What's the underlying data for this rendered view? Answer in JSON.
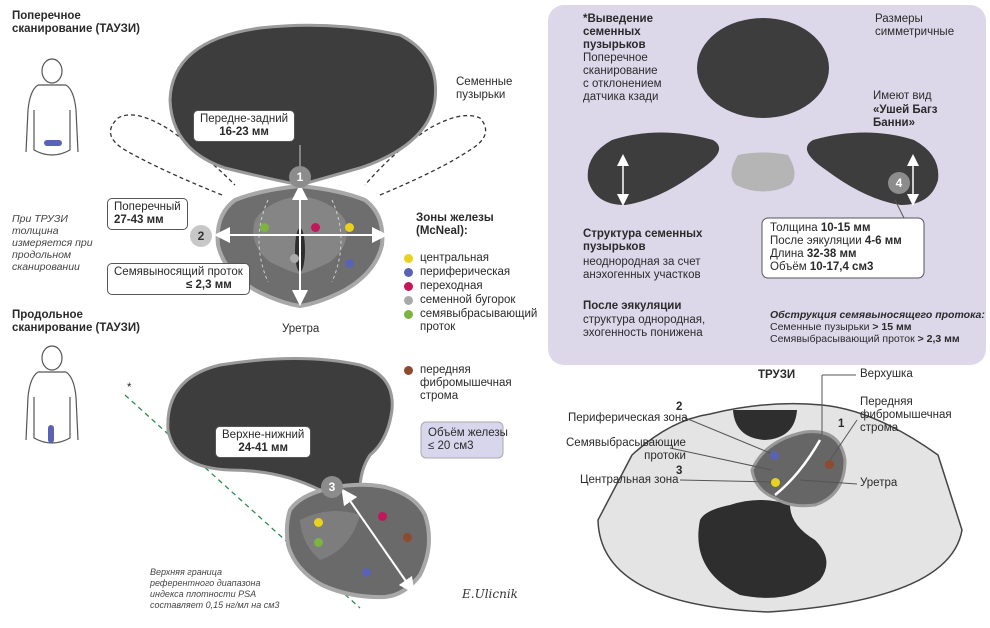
{
  "left": {
    "transverse_title": "Поперечное\nсканирование (ТАУЗИ)",
    "longitudinal_title": "Продольное\nсканирование (ТАУЗИ)",
    "truzi_note": "При ТРУЗИ\nтолщина\nизмеряется при\nпродольном\nсканировании",
    "seminal_label": "Семенные\nпузырьки",
    "ap_box": {
      "label": "Передне-задний",
      "value": "16-23 мм"
    },
    "transverse_box": {
      "label": "Поперечный",
      "value": "27-43 мм"
    },
    "ejac_box": {
      "label": "Семявыносящий проток",
      "value": "≤ 2,3 мм"
    },
    "urethra": "Уретра",
    "zones_title": "Зоны железы\n(McNeal):",
    "zones": [
      {
        "label": "центральная",
        "color": "#e8d21e"
      },
      {
        "label": "периферическая",
        "color": "#5a63b3"
      },
      {
        "label": "переходная",
        "color": "#c2185b"
      },
      {
        "label": "семенной бугорок",
        "color": "#a9a9a9"
      },
      {
        "label": "семявыбрасывающий\nпроток",
        "color": "#7cb342"
      },
      {
        "label": "передняя\nфибромышечная\nстрома",
        "color": "#8d4a2e"
      }
    ],
    "si_box": {
      "label": "Верхне-нижний",
      "value": "24-41 мм"
    },
    "volume_box": "Объём железы\n≤ 20 см3",
    "asterisk": "*",
    "psa_note": "Верхняя граница\nреферентного диапазона\nиндекса плотности PSA\nсоставляет 0,15 нг/мл на см3",
    "signature": "E.Ulicnik",
    "numbers": [
      "1",
      "2",
      "3"
    ]
  },
  "right": {
    "vesicle_title": "*Выведение\nсеменных\nпузырьков",
    "vesicle_desc": "Поперечное\nсканирование\nс отклонением\nдатчика кзади",
    "sizes_symmetric": "Размеры\nсимметричные",
    "bugs_prefix": "Имеют вид",
    "bugs_name": "«Ушей Багз\nБанни»",
    "structure_title": "Структура семенных\nпузырьков",
    "structure_desc": "неоднородная за счет\nанэхогенных участков",
    "after_title": "После эякуляции",
    "after_desc": "структура однородная,\nэхогенность понижена",
    "thickness_label": "Толщина",
    "thickness_value": "10-15 мм",
    "after_ejac_label": "После эякуляции",
    "after_ejac_value": "4-6 мм",
    "length_label": "Длина",
    "length_value": "32-38 мм",
    "volume_label": "Объём",
    "volume_value": "10-17,4 см3",
    "obstruction_title": "Обструкция семявыносящего протока:",
    "obstruction_line1_label": "Семенные пузырьки",
    "obstruction_line1_value": "> 15 мм",
    "obstruction_line2_label": "Семявыбрасывающий проток",
    "obstruction_line2_value": "> 2,3 мм",
    "number4": "4"
  },
  "truzi": {
    "title": "ТРУЗИ",
    "apex": "Верхушка",
    "anterior_stroma": "Передняя\nфибромышечная\nстрома",
    "urethra": "Уретра",
    "peripheral": "Периферическая зона",
    "ejac_ducts": "Семявыбрасывающие\nпротоки",
    "central": "Центральная зона",
    "n1": "1",
    "n2": "2",
    "n3": "3"
  }
}
